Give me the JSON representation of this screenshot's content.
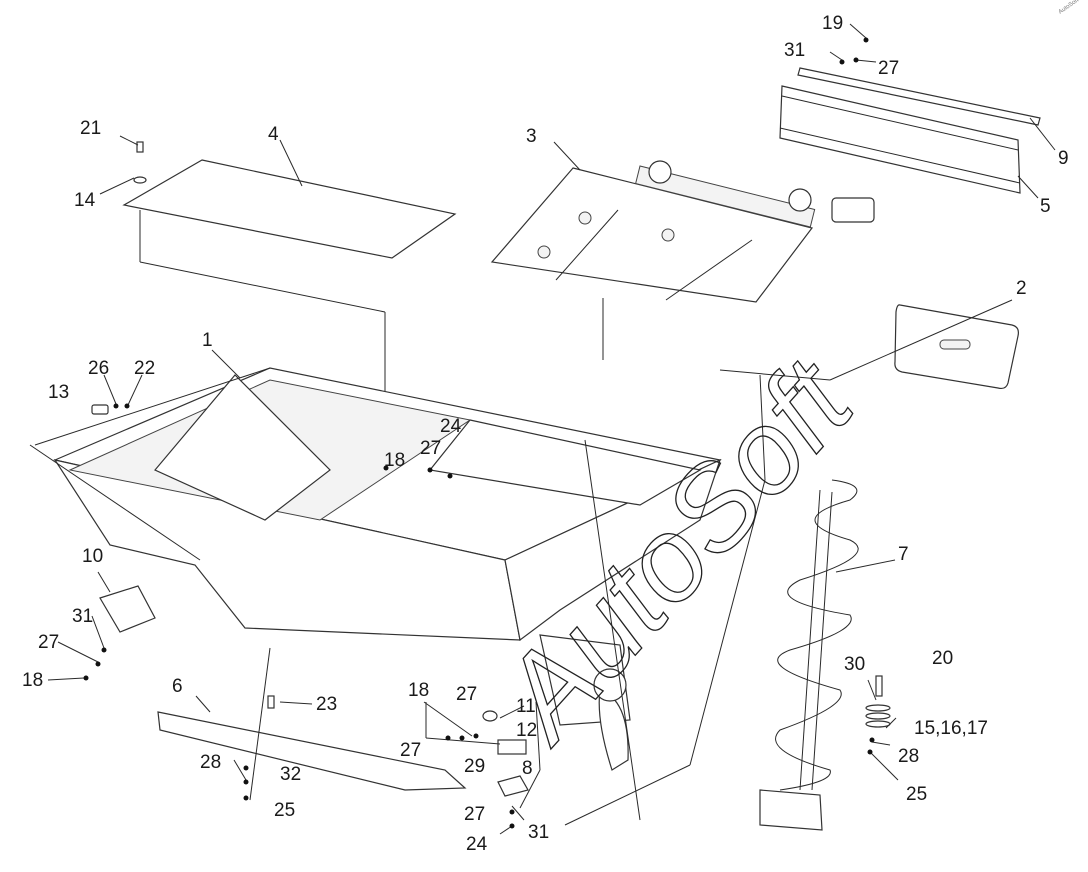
{
  "watermark": "AutoSoft",
  "corner_mark": "AutoSoft",
  "callouts": [
    {
      "id": "c19",
      "text": "19"
    },
    {
      "id": "c31a",
      "text": "31"
    },
    {
      "id": "c27a",
      "text": "27"
    },
    {
      "id": "c9",
      "text": "9"
    },
    {
      "id": "c5",
      "text": "5"
    },
    {
      "id": "c21",
      "text": "21"
    },
    {
      "id": "c4",
      "text": "4"
    },
    {
      "id": "c3",
      "text": "3"
    },
    {
      "id": "c14",
      "text": "14"
    },
    {
      "id": "c2",
      "text": "2"
    },
    {
      "id": "c1",
      "text": "1"
    },
    {
      "id": "c26",
      "text": "26"
    },
    {
      "id": "c22",
      "text": "22"
    },
    {
      "id": "c13",
      "text": "13"
    },
    {
      "id": "c24a",
      "text": "24"
    },
    {
      "id": "c27b",
      "text": "27"
    },
    {
      "id": "c18a",
      "text": "18"
    },
    {
      "id": "c7",
      "text": "7"
    },
    {
      "id": "c10",
      "text": "10"
    },
    {
      "id": "c31b",
      "text": "31"
    },
    {
      "id": "c27c",
      "text": "27"
    },
    {
      "id": "c18b",
      "text": "18"
    },
    {
      "id": "c30",
      "text": "30"
    },
    {
      "id": "c20",
      "text": "20"
    },
    {
      "id": "c6",
      "text": "6"
    },
    {
      "id": "c18c",
      "text": "18"
    },
    {
      "id": "c27d",
      "text": "27"
    },
    {
      "id": "c23",
      "text": "23"
    },
    {
      "id": "c11",
      "text": "11"
    },
    {
      "id": "c15",
      "text": "15,16,17"
    },
    {
      "id": "c12",
      "text": "12"
    },
    {
      "id": "c27e",
      "text": "27"
    },
    {
      "id": "c29",
      "text": "29"
    },
    {
      "id": "c28a",
      "text": "28"
    },
    {
      "id": "c28b",
      "text": "28"
    },
    {
      "id": "c32",
      "text": "32"
    },
    {
      "id": "c8",
      "text": "8"
    },
    {
      "id": "c25a",
      "text": "25"
    },
    {
      "id": "c25b",
      "text": "25"
    },
    {
      "id": "c27f",
      "text": "27"
    },
    {
      "id": "c31c",
      "text": "31"
    },
    {
      "id": "c24b",
      "text": "24"
    }
  ]
}
